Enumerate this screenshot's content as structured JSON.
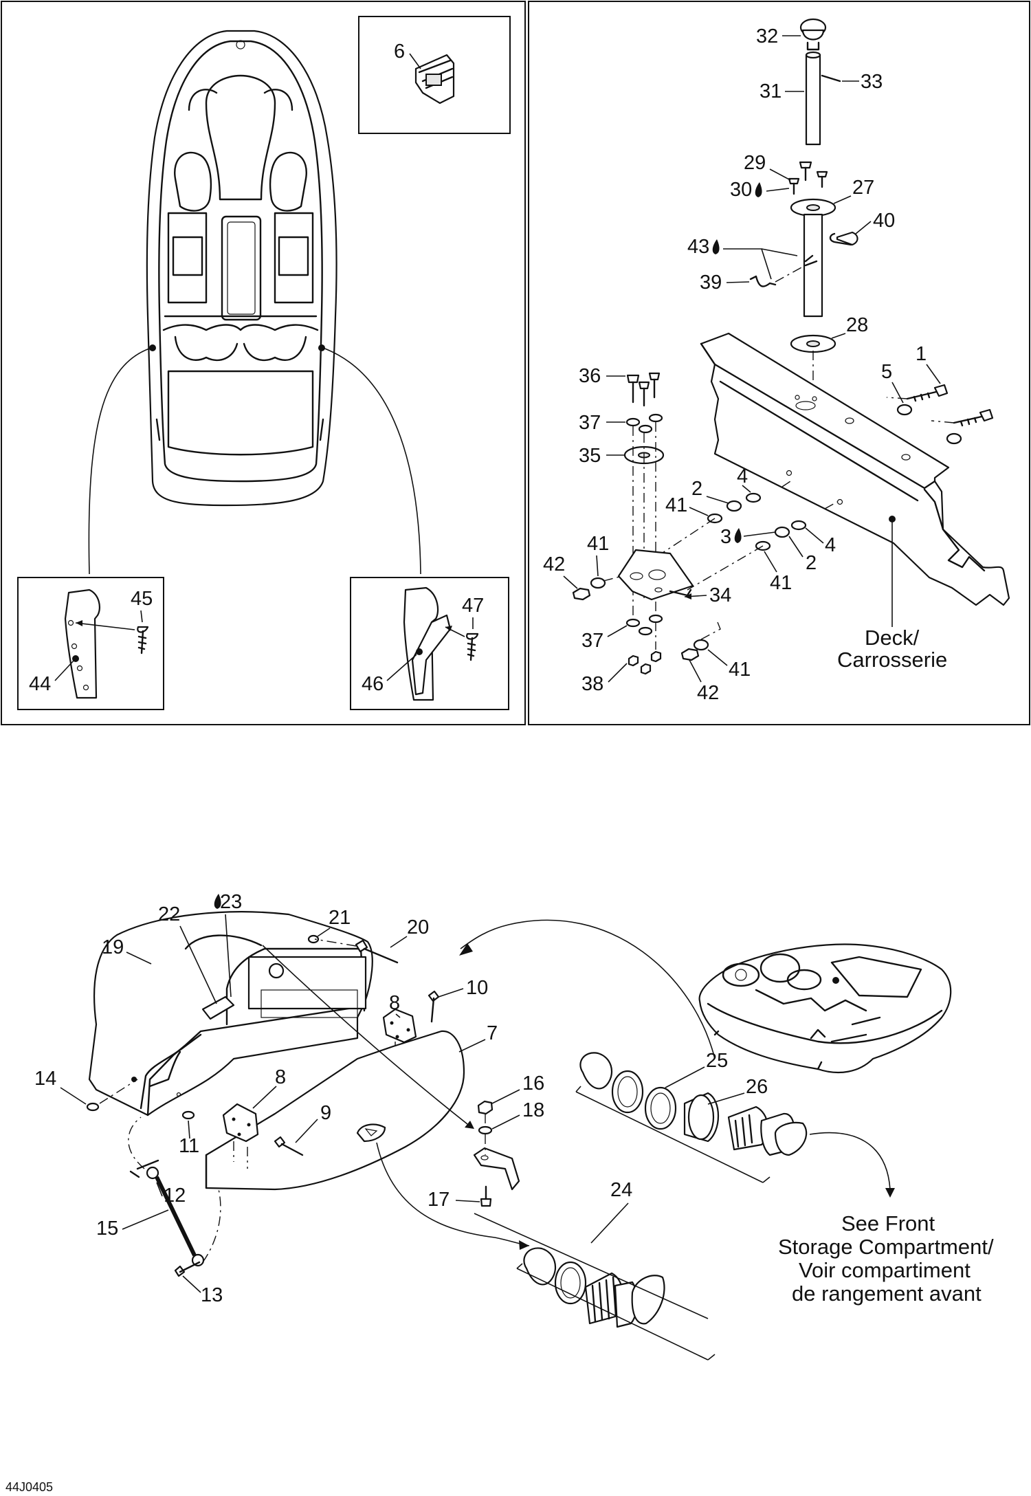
{
  "diagram_ref": "44J0405",
  "callouts": [
    {
      "id": "c6",
      "text": "6"
    },
    {
      "id": "c44",
      "text": "44"
    },
    {
      "id": "c45",
      "text": "45"
    },
    {
      "id": "c46",
      "text": "46"
    },
    {
      "id": "c47",
      "text": "47"
    },
    {
      "id": "c32",
      "text": "32"
    },
    {
      "id": "c33",
      "text": "33"
    },
    {
      "id": "c31",
      "text": "31"
    },
    {
      "id": "c29",
      "text": "29"
    },
    {
      "id": "c30",
      "text": "30"
    },
    {
      "id": "c27",
      "text": "27"
    },
    {
      "id": "c40",
      "text": "40"
    },
    {
      "id": "c43",
      "text": "43"
    },
    {
      "id": "c39",
      "text": "39"
    },
    {
      "id": "c28",
      "text": "28"
    },
    {
      "id": "c1",
      "text": "1"
    },
    {
      "id": "c5",
      "text": "5"
    },
    {
      "id": "c36",
      "text": "36"
    },
    {
      "id": "c37a",
      "text": "37"
    },
    {
      "id": "c35",
      "text": "35"
    },
    {
      "id": "c4a",
      "text": "4"
    },
    {
      "id": "c2a",
      "text": "2"
    },
    {
      "id": "c41a",
      "text": "41"
    },
    {
      "id": "c3",
      "text": "3"
    },
    {
      "id": "c4b",
      "text": "4"
    },
    {
      "id": "c2b",
      "text": "2"
    },
    {
      "id": "c41b",
      "text": "41"
    },
    {
      "id": "c42a",
      "text": "42"
    },
    {
      "id": "c41c",
      "text": "41"
    },
    {
      "id": "c34",
      "text": "34"
    },
    {
      "id": "c37b",
      "text": "37"
    },
    {
      "id": "c38",
      "text": "38"
    },
    {
      "id": "c41d",
      "text": "41"
    },
    {
      "id": "c42b",
      "text": "42"
    },
    {
      "id": "c23",
      "text": "23"
    },
    {
      "id": "c22",
      "text": "22"
    },
    {
      "id": "c21",
      "text": "21"
    },
    {
      "id": "c20",
      "text": "20"
    },
    {
      "id": "c19",
      "text": "19"
    },
    {
      "id": "c8a",
      "text": "8"
    },
    {
      "id": "c10",
      "text": "10"
    },
    {
      "id": "c7",
      "text": "7"
    },
    {
      "id": "c14",
      "text": "14"
    },
    {
      "id": "c8b",
      "text": "8"
    },
    {
      "id": "c9",
      "text": "9"
    },
    {
      "id": "c11",
      "text": "11"
    },
    {
      "id": "c12",
      "text": "12"
    },
    {
      "id": "c15",
      "text": "15"
    },
    {
      "id": "c13",
      "text": "13"
    },
    {
      "id": "c16",
      "text": "16"
    },
    {
      "id": "c18",
      "text": "18"
    },
    {
      "id": "c17",
      "text": "17"
    },
    {
      "id": "c24",
      "text": "24"
    },
    {
      "id": "c25",
      "text": "25"
    },
    {
      "id": "c26",
      "text": "26"
    }
  ],
  "notes": {
    "deck_line1": "Deck/",
    "deck_line2": "Carrosserie",
    "see_front_line1": "See Front",
    "see_front_line2": "Storage Compartment/",
    "see_front_line3": "Voir compartiment",
    "see_front_line4": "de rangement avant"
  },
  "drop_icon": "sealant-drop-icon"
}
